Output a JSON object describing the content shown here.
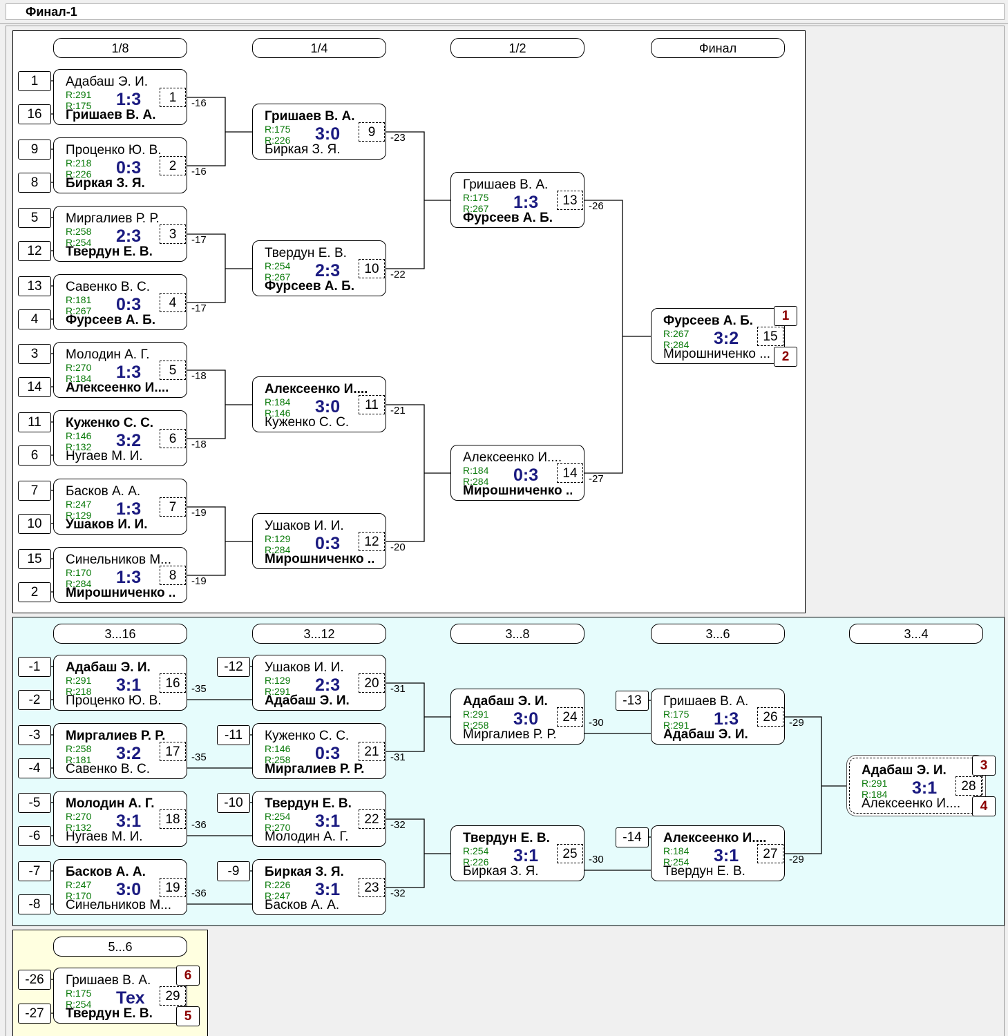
{
  "window_title": "Финал-1",
  "main": {
    "headers": [
      "1/8",
      "1/4",
      "1/2",
      "Финал"
    ],
    "seeds": [
      "1",
      "16",
      "9",
      "8",
      "5",
      "12",
      "13",
      "4",
      "3",
      "14",
      "11",
      "6",
      "7",
      "10",
      "15",
      "2"
    ],
    "matches": [
      {
        "p1": "Адабаш Э. И.",
        "r1": "R:291",
        "p2": "Гришаев В. А.",
        "r2": "R:175",
        "score": "1:3",
        "num": "1",
        "winner": 2,
        "loser": "-16"
      },
      {
        "p1": "Проценко Ю. В.",
        "r1": "R:218",
        "p2": "Биркая З. Я.",
        "r2": "R:226",
        "score": "0:3",
        "num": "2",
        "winner": 2,
        "loser": "-16"
      },
      {
        "p1": "Миргалиев Р. Р.",
        "r1": "R:258",
        "p2": "Твердун Е. В.",
        "r2": "R:254",
        "score": "2:3",
        "num": "3",
        "winner": 2,
        "loser": "-17"
      },
      {
        "p1": "Савенко В. С.",
        "r1": "R:181",
        "p2": "Фурсеев А. Б.",
        "r2": "R:267",
        "score": "0:3",
        "num": "4",
        "winner": 2,
        "loser": "-17"
      },
      {
        "p1": "Молодин А. Г.",
        "r1": "R:270",
        "p2": "Алексеенко И....",
        "r2": "R:184",
        "score": "1:3",
        "num": "5",
        "winner": 2,
        "loser": "-18"
      },
      {
        "p1": "Куженко С. С.",
        "r1": "R:146",
        "p2": "Нугаев М. И.",
        "r2": "R:132",
        "score": "3:2",
        "num": "6",
        "winner": 1,
        "loser": "-18"
      },
      {
        "p1": "Басков А. А.",
        "r1": "R:247",
        "p2": "Ушаков И. И.",
        "r2": "R:129",
        "score": "1:3",
        "num": "7",
        "winner": 2,
        "loser": "-19"
      },
      {
        "p1": "Синельников М...",
        "r1": "R:170",
        "p2": "Мирошниченко ...",
        "r2": "R:284",
        "score": "1:3",
        "num": "8",
        "winner": 2,
        "loser": "-19"
      },
      {
        "p1": "Гришаев В. А.",
        "r1": "R:175",
        "p2": "Биркая З. Я.",
        "r2": "R:226",
        "score": "3:0",
        "num": "9",
        "winner": 1,
        "loser": "-23"
      },
      {
        "p1": "Твердун Е. В.",
        "r1": "R:254",
        "p2": "Фурсеев А. Б.",
        "r2": "R:267",
        "score": "2:3",
        "num": "10",
        "winner": 2,
        "loser": "-22"
      },
      {
        "p1": "Алексеенко И....",
        "r1": "R:184",
        "p2": "Куженко С. С.",
        "r2": "R:146",
        "score": "3:0",
        "num": "11",
        "winner": 1,
        "loser": "-21"
      },
      {
        "p1": "Ушаков И. И.",
        "r1": "R:129",
        "p2": "Мирошниченко ...",
        "r2": "R:284",
        "score": "0:3",
        "num": "12",
        "winner": 2,
        "loser": "-20"
      },
      {
        "p1": "Гришаев В. А.",
        "r1": "R:175",
        "p2": "Фурсеев А. Б.",
        "r2": "R:267",
        "score": "1:3",
        "num": "13",
        "winner": 2,
        "loser": "-26"
      },
      {
        "p1": "Алексеенко И....",
        "r1": "R:184",
        "p2": "Мирошниченко ...",
        "r2": "R:284",
        "score": "0:3",
        "num": "14",
        "winner": 2,
        "loser": "-27"
      },
      {
        "p1": "Фурсеев А. Б.",
        "r1": "R:267",
        "p2": "Мирошниченко ...",
        "r2": "R:284",
        "score": "3:2",
        "num": "15",
        "winner": 1,
        "loser": "",
        "place1": "1",
        "place2": "2"
      }
    ]
  },
  "consolation": {
    "headers": [
      "3...16",
      "3...12",
      "3...8",
      "3...6",
      "3...4"
    ],
    "seeds_a": [
      "-1",
      "-2",
      "-3",
      "-4",
      "-5",
      "-6",
      "-7",
      "-8"
    ],
    "seeds_b": [
      "-12",
      "-11",
      "-10",
      "-9"
    ],
    "seeds_c": [
      "-13",
      "-14"
    ],
    "matches": [
      {
        "p1": "Адабаш Э. И.",
        "r1": "R:291",
        "p2": "Проценко Ю. В.",
        "r2": "R:218",
        "score": "3:1",
        "num": "16",
        "winner": 1,
        "loser": "-35"
      },
      {
        "p1": "Миргалиев Р. Р.",
        "r1": "R:258",
        "p2": "Савенко В. С.",
        "r2": "R:181",
        "score": "3:2",
        "num": "17",
        "winner": 1,
        "loser": "-35"
      },
      {
        "p1": "Молодин А. Г.",
        "r1": "R:270",
        "p2": "Нугаев М. И.",
        "r2": "R:132",
        "score": "3:1",
        "num": "18",
        "winner": 1,
        "loser": "-36"
      },
      {
        "p1": "Басков А. А.",
        "r1": "R:247",
        "p2": "Синельников М...",
        "r2": "R:170",
        "score": "3:0",
        "num": "19",
        "winner": 1,
        "loser": "-36"
      },
      {
        "p1": "Ушаков И. И.",
        "r1": "R:129",
        "p2": "Адабаш Э. И.",
        "r2": "R:291",
        "score": "2:3",
        "num": "20",
        "winner": 2,
        "loser": "-31"
      },
      {
        "p1": "Куженко С. С.",
        "r1": "R:146",
        "p2": "Миргалиев Р. Р.",
        "r2": "R:258",
        "score": "0:3",
        "num": "21",
        "winner": 2,
        "loser": "-31"
      },
      {
        "p1": "Твердун Е. В.",
        "r1": "R:254",
        "p2": "Молодин А. Г.",
        "r2": "R:270",
        "score": "3:1",
        "num": "22",
        "winner": 1,
        "loser": "-32"
      },
      {
        "p1": "Биркая З. Я.",
        "r1": "R:226",
        "p2": "Басков А. А.",
        "r2": "R:247",
        "score": "3:1",
        "num": "23",
        "winner": 1,
        "loser": "-32"
      },
      {
        "p1": "Адабаш Э. И.",
        "r1": "R:291",
        "p2": "Миргалиев Р. Р.",
        "r2": "R:258",
        "score": "3:0",
        "num": "24",
        "winner": 1,
        "loser": "-30"
      },
      {
        "p1": "Твердун Е. В.",
        "r1": "R:254",
        "p2": "Биркая З. Я.",
        "r2": "R:226",
        "score": "3:1",
        "num": "25",
        "winner": 1,
        "loser": "-30"
      },
      {
        "p1": "Гришаев В. А.",
        "r1": "R:175",
        "p2": "Адабаш Э. И.",
        "r2": "R:291",
        "score": "1:3",
        "num": "26",
        "winner": 2,
        "loser": "-29"
      },
      {
        "p1": "Алексеенко И....",
        "r1": "R:184",
        "p2": "Твердун Е. В.",
        "r2": "R:254",
        "score": "3:1",
        "num": "27",
        "winner": 1,
        "loser": "-29"
      },
      {
        "p1": "Адабаш Э. И.",
        "r1": "R:291",
        "p2": "Алексеенко И....",
        "r2": "R:184",
        "score": "3:1",
        "num": "28",
        "winner": 1,
        "loser": "",
        "place1": "3",
        "place2": "4"
      }
    ]
  },
  "fifth": {
    "header": "5...6",
    "seeds": [
      "-26",
      "-27"
    ],
    "match": {
      "p1": "Гришаев В. А.",
      "r1": "R:175",
      "p2": "Твердун Е. В.",
      "r2": "R:254",
      "score": "Тех",
      "num": "29",
      "winner": 2,
      "loser": "",
      "place1": "6",
      "place2": "5"
    }
  },
  "colors": {
    "main_bg": "#ffffff",
    "consolation_bg": "#e6fcfc",
    "fifth_bg": "#ffffe0",
    "score": "#1a1a80",
    "rating": "#0a7a0a",
    "place": "#8b0000"
  }
}
